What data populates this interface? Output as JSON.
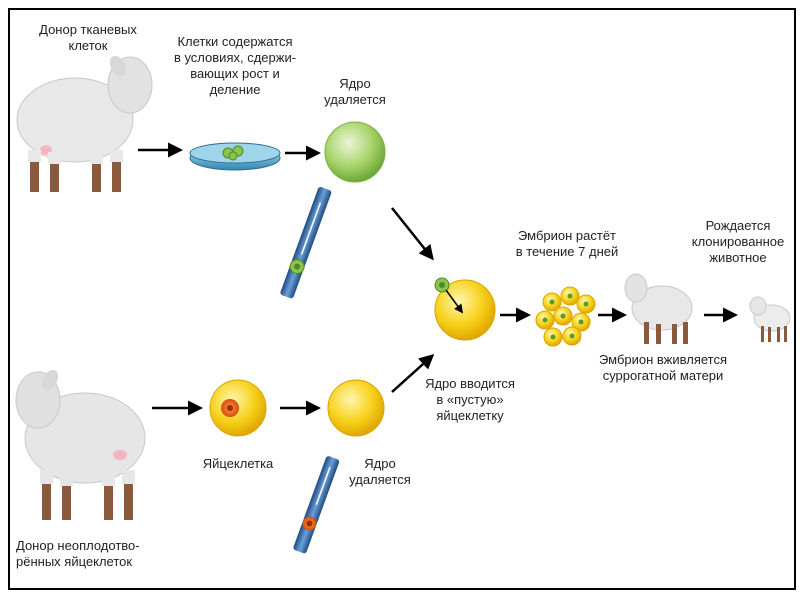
{
  "labels": {
    "tissue_donor": "Донор тканевых\nклеток",
    "culture": "Клетки содержатся\nв условиях, сдержи-\nвающих рост и\nделение",
    "nucleus_removed_top": "Ядро\nудаляется",
    "egg_donor": "Донор неоплодотво-\nрённых яйцеклеток",
    "egg_cell": "Яйцеклетка",
    "nucleus_removed_bottom": "Ядро\nудаляется",
    "nucleus_inserted": "Ядро вводится\nв «пустую»\nяйцеклетку",
    "embryo_grows": "Эмбрион растёт\nв течение 7 дней",
    "embryo_implanted": "Эмбрион вживляется\nсуррогатной матери",
    "clone_born": "Рождается\nклонированное\nживотное"
  },
  "colors": {
    "sheep_body": "#e6e6e6",
    "sheep_legs": "#8a5a3a",
    "green_cell": "#8cc34a",
    "yellow_cell": "#f5c400",
    "orange_nucleus": "#e05a1a",
    "dish": "#4aa3c8",
    "pipette": "#2a5c9a",
    "arrow": "#000000"
  }
}
